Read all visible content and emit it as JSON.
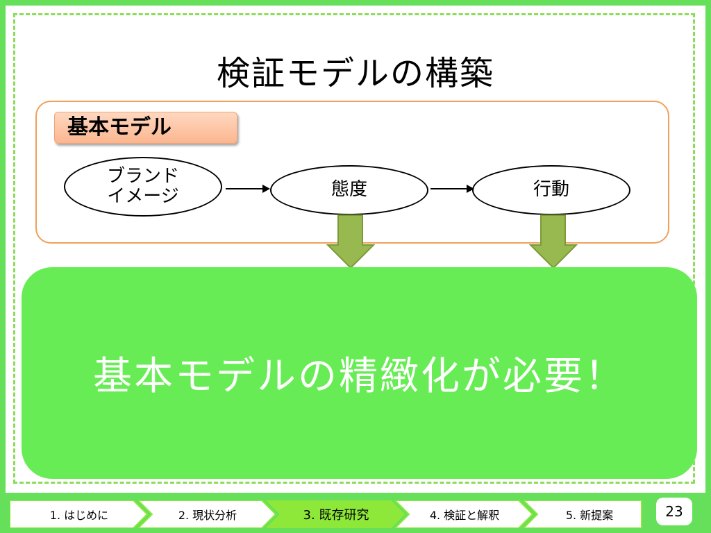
{
  "slide": {
    "title": "検証モデルの構築",
    "model_label": "基本モデル",
    "nodes": {
      "brand": "ブランド\nイメージ",
      "attitude": "態度",
      "action": "行動"
    },
    "callout": "基本モデルの精緻化が必要！",
    "page_number": "23"
  },
  "nav": {
    "steps": [
      {
        "label": "1. はじめに"
      },
      {
        "label": "2.  現状分析"
      },
      {
        "label": "3. 既存研究",
        "active": true
      },
      {
        "label": "4. 検証と解釈"
      },
      {
        "label": "5. 新提案"
      }
    ]
  },
  "colors": {
    "background": "#66e05a",
    "callout": "#68ec55",
    "frame_dash": "#8cdc58",
    "model_border": "#f0a05a",
    "label_fill": "#fbb690",
    "down_arrow": "#97b94f",
    "nav_active": "#8de83a"
  }
}
